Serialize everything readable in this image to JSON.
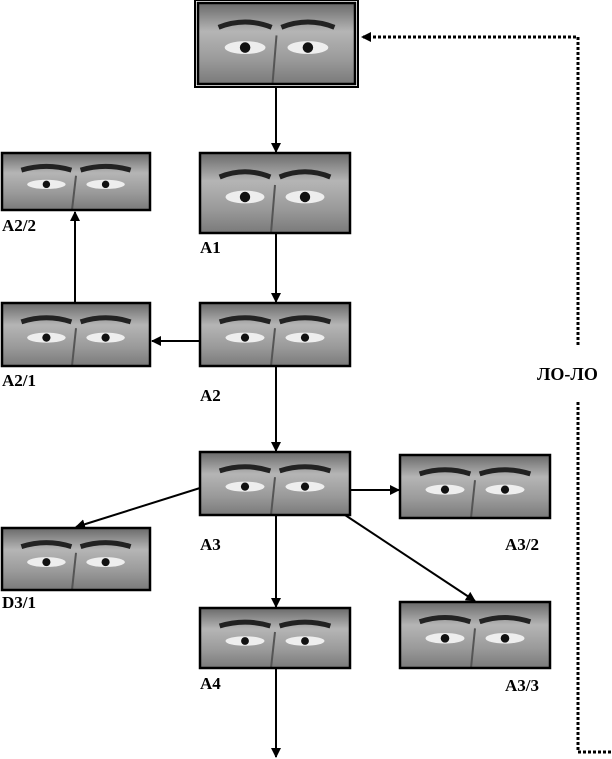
{
  "title_label": "ЛО-ЛО",
  "nodes": [
    {
      "id": "top",
      "label": ""
    },
    {
      "id": "A1",
      "label": "A1"
    },
    {
      "id": "A2/2",
      "label": "A2/2"
    },
    {
      "id": "A2/1",
      "label": "A2/1"
    },
    {
      "id": "A2",
      "label": "A2"
    },
    {
      "id": "A3",
      "label": "A3"
    },
    {
      "id": "A3/2",
      "label": "A3/2"
    },
    {
      "id": "D3/1",
      "label": "D3/1"
    },
    {
      "id": "A4",
      "label": "A4"
    },
    {
      "id": "A3/3",
      "label": "A3/3"
    }
  ],
  "edges": [
    [
      "top",
      "A1"
    ],
    [
      "A1",
      "A2"
    ],
    [
      "A2",
      "A3"
    ],
    [
      "A2",
      "A2/1"
    ],
    [
      "A2/1",
      "A2/2"
    ],
    [
      "A3",
      "D3/1"
    ],
    [
      "A3",
      "A3/2"
    ],
    [
      "A3",
      "A3/3"
    ],
    [
      "A3",
      "A4"
    ],
    [
      "A4",
      "next"
    ]
  ],
  "colors": {
    "ink": "#000000",
    "photo": "#8a8a8a"
  }
}
